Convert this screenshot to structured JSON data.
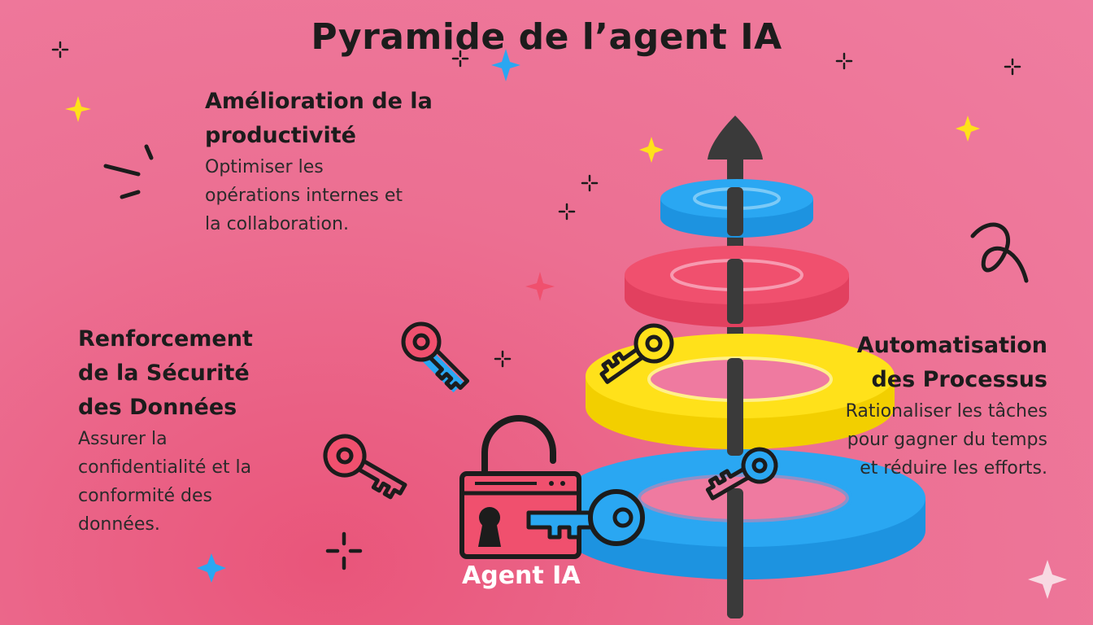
{
  "title": "Pyramide de l’agent IA",
  "blocks": {
    "productivity": {
      "heading_line1": "Amélioration de la",
      "heading_line2": "productivité",
      "desc": [
        "Optimiser les",
        "opérations internes et",
        "la collaboration."
      ]
    },
    "security": {
      "heading_line1": "Renforcement",
      "heading_line2": "de la Sécurité",
      "heading_line3": "des Données",
      "desc": [
        "Assurer la",
        "confidentialité et la",
        "conformité des",
        "données."
      ]
    },
    "automation": {
      "heading_line1": "Automatisation",
      "heading_line2": "des Processus",
      "desc": [
        "Rationaliser les tâches",
        "pour gagner du temps",
        "et réduire les efforts."
      ]
    }
  },
  "base_label": "Agent IA",
  "colors": {
    "background": "#ec6f92",
    "blue": "#2aa7f2",
    "red": "#f0506e",
    "yellow": "#ffe11a",
    "dark": "#1c1c1c",
    "pole": "#3a3a3a"
  },
  "icons": [
    "arrow-up-icon",
    "key-icon",
    "padlock-icon",
    "sparkle-icon",
    "swirl-icon"
  ]
}
